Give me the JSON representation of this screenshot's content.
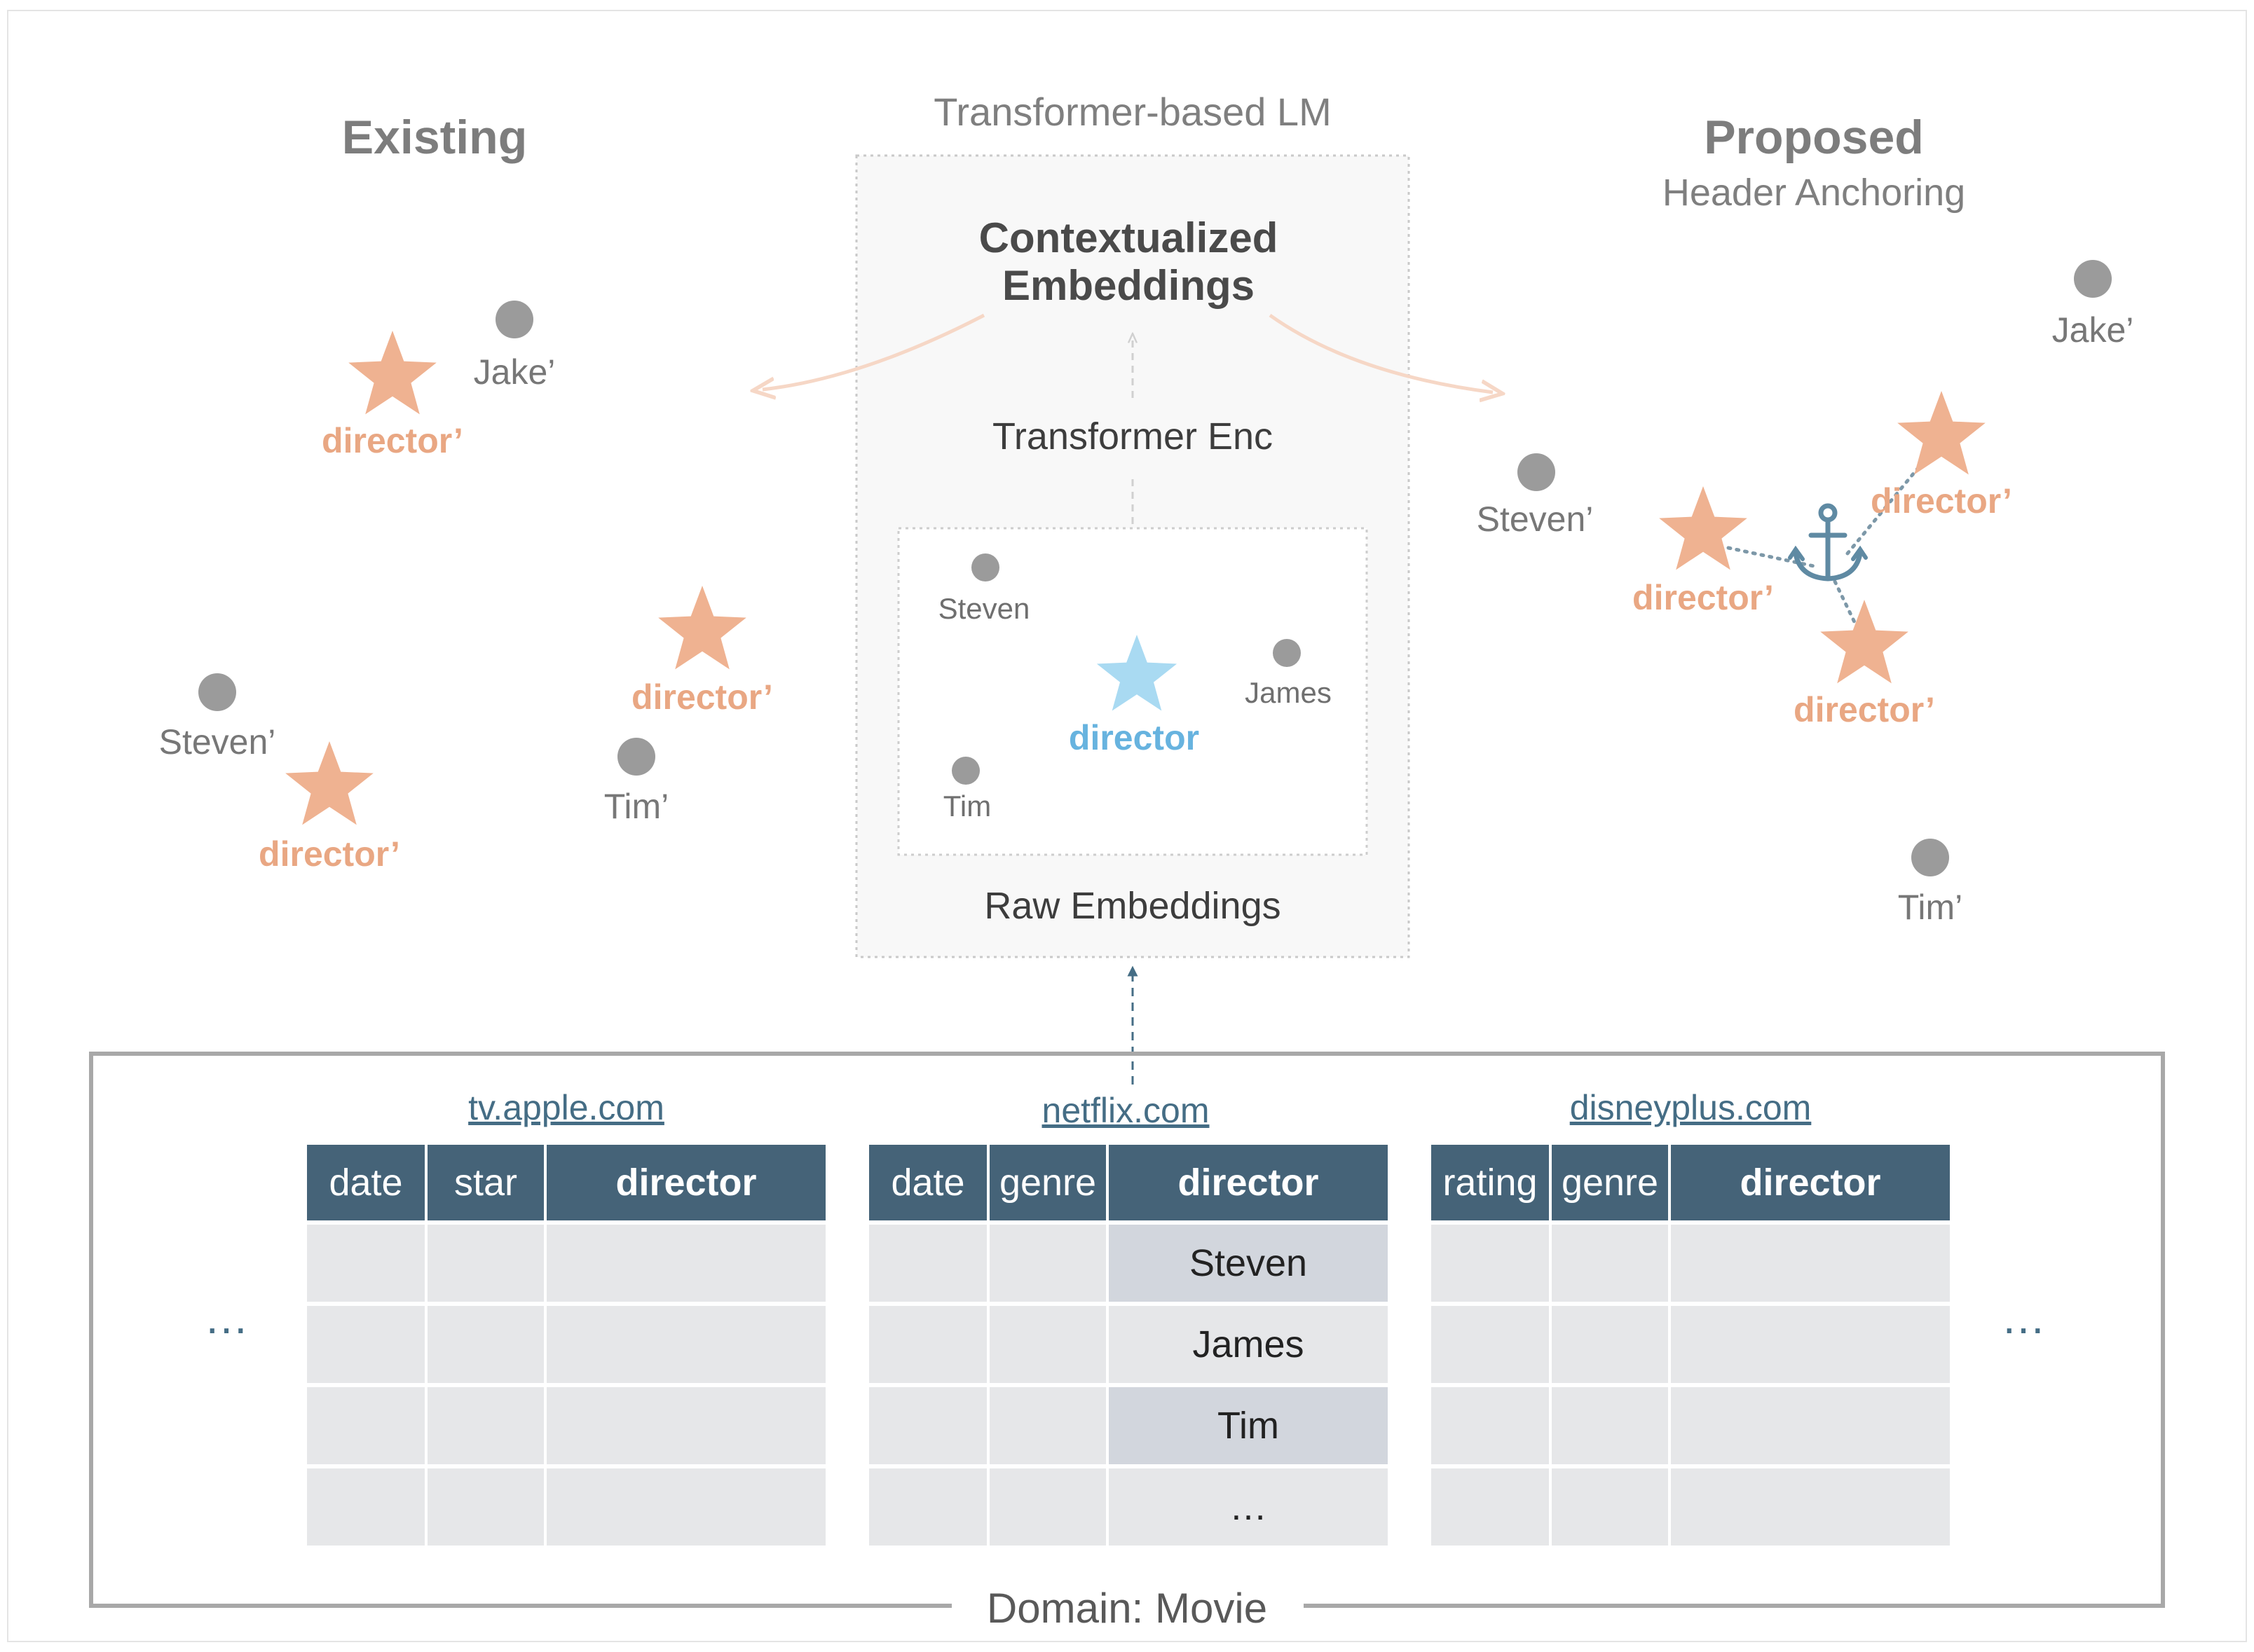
{
  "existing": {
    "title": "Existing",
    "points": [
      {
        "label": "Jake’"
      },
      {
        "label": "Steven’"
      },
      {
        "label": "Tim’"
      }
    ],
    "stars": [
      {
        "label": "director’"
      },
      {
        "label": "director’"
      },
      {
        "label": "director’"
      }
    ]
  },
  "center": {
    "title": "Transformer-based LM",
    "contextualized": "Contextualized\nEmbeddings",
    "encoder": "Transformer Enc",
    "raw": "Raw Embeddings",
    "raw_points": [
      {
        "label": "Steven"
      },
      {
        "label": "James"
      },
      {
        "label": "Tim"
      }
    ],
    "raw_star": "director"
  },
  "proposed": {
    "title": "Proposed",
    "subtitle": "Header Anchoring",
    "points": [
      {
        "label": "Jake’"
      },
      {
        "label": "Steven’"
      },
      {
        "label": "Tim’"
      }
    ],
    "stars": [
      {
        "label": "director’"
      },
      {
        "label": "director’"
      },
      {
        "label": "director’"
      }
    ]
  },
  "tables": [
    {
      "domain": "tv.apple.com",
      "headers": [
        "date",
        "star",
        "director"
      ],
      "rows": [
        [
          "",
          "",
          ""
        ],
        [
          "",
          "",
          ""
        ],
        [
          "",
          "",
          ""
        ],
        [
          "",
          "",
          ""
        ]
      ]
    },
    {
      "domain": "netflix.com",
      "headers": [
        "date",
        "genre",
        "director"
      ],
      "rows": [
        [
          "",
          "",
          "Steven"
        ],
        [
          "",
          "",
          "James"
        ],
        [
          "",
          "",
          "Tim"
        ],
        [
          "",
          "",
          "…"
        ]
      ]
    },
    {
      "domain": "disneyplus.com",
      "headers": [
        "rating",
        "genre",
        "director"
      ],
      "rows": [
        [
          "",
          "",
          ""
        ],
        [
          "",
          "",
          ""
        ],
        [
          "",
          "",
          ""
        ],
        [
          "",
          "",
          ""
        ]
      ]
    }
  ],
  "ellipsis": "…",
  "domain_label": "Domain: Movie",
  "colors": {
    "point_gray": "#9b9b9b",
    "star_orange": "#efb291",
    "star_blue": "#a9daf2",
    "header_blue": "#456378",
    "anchor": "#5f8aa3"
  }
}
